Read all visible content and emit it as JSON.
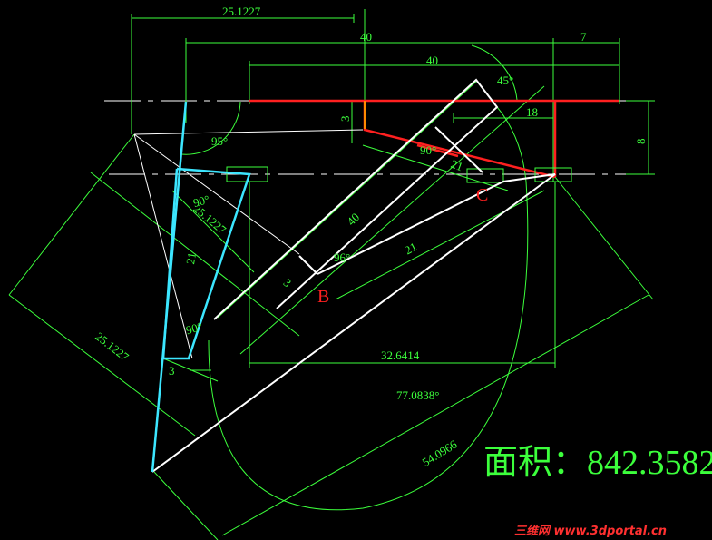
{
  "colors": {
    "background": "#000000",
    "dimension": "#3cff3c",
    "red_profile": "#ff2020",
    "cyan_link": "#3ce6ff",
    "white_link": "#ffffff",
    "centerline": "#ffffff",
    "watermark": "#ff3030"
  },
  "dimensions": {
    "d_top_25": "25.1227",
    "d_40_upper": "40",
    "d_7": "7",
    "d_40_lower": "40",
    "d_45deg": "45°",
    "d_3_left": "3",
    "d_18": "18",
    "d_8": "8",
    "d_95deg": "95°",
    "d_90deg_red": "90°",
    "d_21_red": "21",
    "d_90deg_cyan": "90°",
    "d_25_cyan": "25.1227",
    "d_21_cyan": "21",
    "d_40_diag": "40",
    "d_96deg": "96°",
    "d_21_white": "21",
    "d_3_mid": "3",
    "d_90deg_bottom": "90°",
    "d_25_left": "25.1227",
    "d_3_bottom": "3",
    "d_32": "32.6414",
    "d_77deg": "77.0838°",
    "d_54": "54.0966"
  },
  "point_labels": {
    "B": "B",
    "C": "C"
  },
  "area": {
    "text": "面积：842.3582"
  },
  "watermark": {
    "text": "三维网 www.3dportal.cn"
  }
}
